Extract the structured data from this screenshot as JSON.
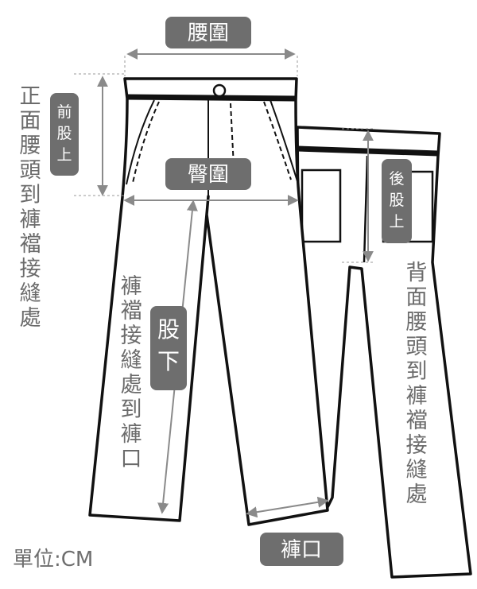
{
  "labels": {
    "waist": "腰圍",
    "hip": "臀圍",
    "front_rise": "前\n股\n上",
    "back_rise": "後\n股\n上",
    "inseam": "股\n下",
    "hem": "褲口"
  },
  "notes": {
    "front_rise_desc": "正\n面\n腰\n頭\n到\n褲\n襠\n接\n縫\n處",
    "back_rise_desc": "背\n面\n腰\n頭\n到\n褲\n襠\n接\n縫\n處",
    "inseam_desc": "褲\n襠\n接\n縫\n處\n到\n褲\n口"
  },
  "unit": "單位:CM",
  "colors": {
    "outline": "#111111",
    "arrow": "#8a8a8a",
    "badge": "#6e6e6e",
    "badge_text": "#ffffff",
    "note_text": "#6b6b6b"
  }
}
